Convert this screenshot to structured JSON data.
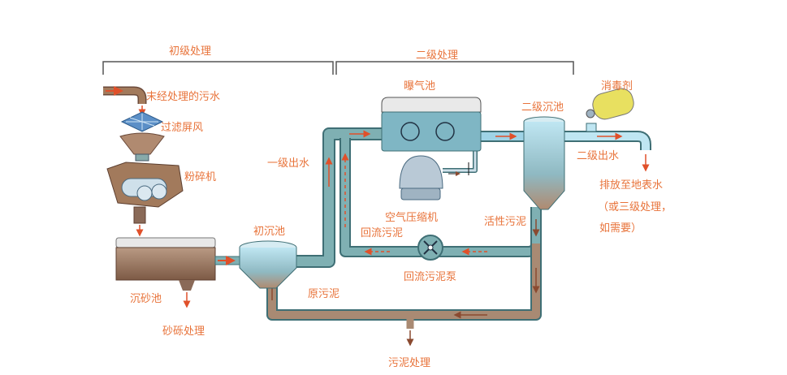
{
  "stages": {
    "primary": "初级处理",
    "secondary": "二级处理"
  },
  "labels": {
    "raw_sewage": "末经处理的污水",
    "screen": "过滤屏风",
    "grinder": "粉碎机",
    "grit_chamber": "沉砂池",
    "grit_disposal": "砂砾处理",
    "primary_clarifier": "初沉池",
    "primary_effluent": "一级出水",
    "raw_sludge": "原污泥",
    "aeration_tank": "曝气池",
    "air_compressor": "空气压缩机",
    "return_sludge": "回流污泥",
    "return_sludge_pump": "回流污泥泵",
    "activated_sludge": "活性污泥",
    "secondary_clarifier": "二级沉池",
    "disinfectant": "消毒剂",
    "secondary_effluent": "二级出水",
    "discharge": "排放至地表水",
    "discharge_note1": "（或三级处理，",
    "discharge_note2": "如需要）",
    "sludge_treatment": "污泥处理"
  },
  "colors": {
    "label": "#e8733a",
    "pipe": "#7fb0b3",
    "pipe_outline": "#3f6f75",
    "sludge": "#a27a5c",
    "flow_arrow": "#e0502a",
    "water": "#9fd3e6"
  }
}
